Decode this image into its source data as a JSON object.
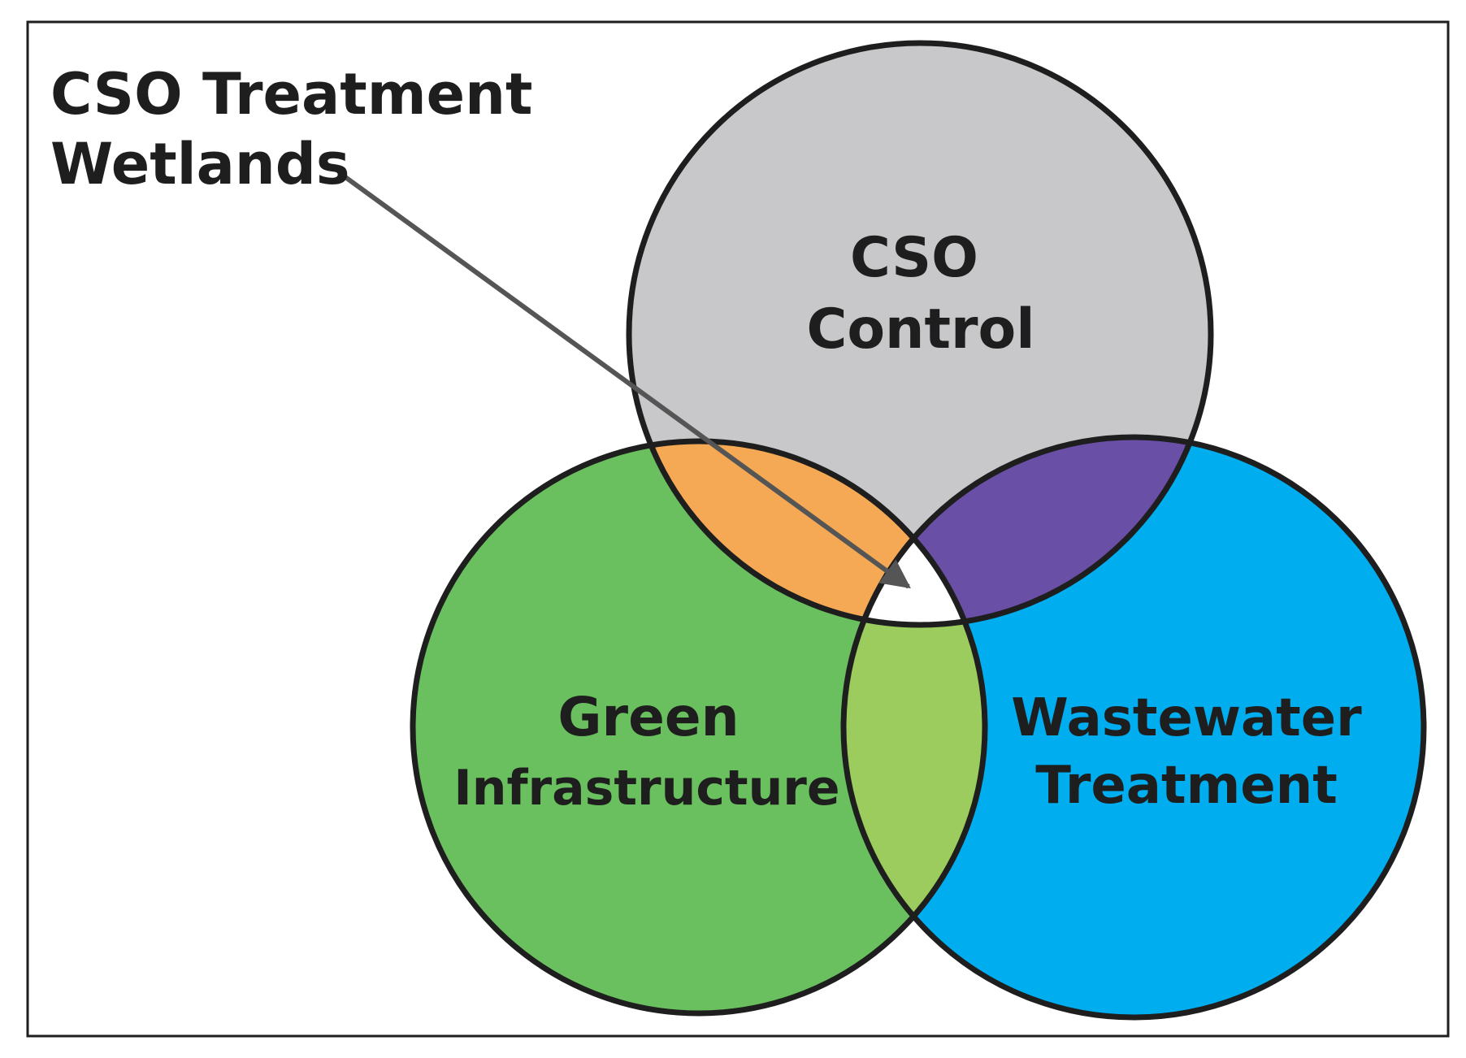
{
  "callout": {
    "line1": "CSO Treatment",
    "line2": "Wetlands"
  },
  "circles": {
    "cso_control": {
      "line1": "CSO",
      "line2": "Control",
      "color": "#c8c8ca"
    },
    "green_infrastructure": {
      "line1": "Green",
      "line2": "Infrastructure",
      "color": "#6abf5e"
    },
    "wastewater_treatment": {
      "line1": "Wastewater",
      "line2": "Treatment",
      "color": "#00adee"
    }
  },
  "overlaps": {
    "cso_green": "#f5a955",
    "cso_wastewater": "#6a4fa6",
    "green_wastewater": "#9ccb5e",
    "center": "#ffffff"
  },
  "outline_color": "#1e1e1e",
  "arrow_color": "#555555"
}
